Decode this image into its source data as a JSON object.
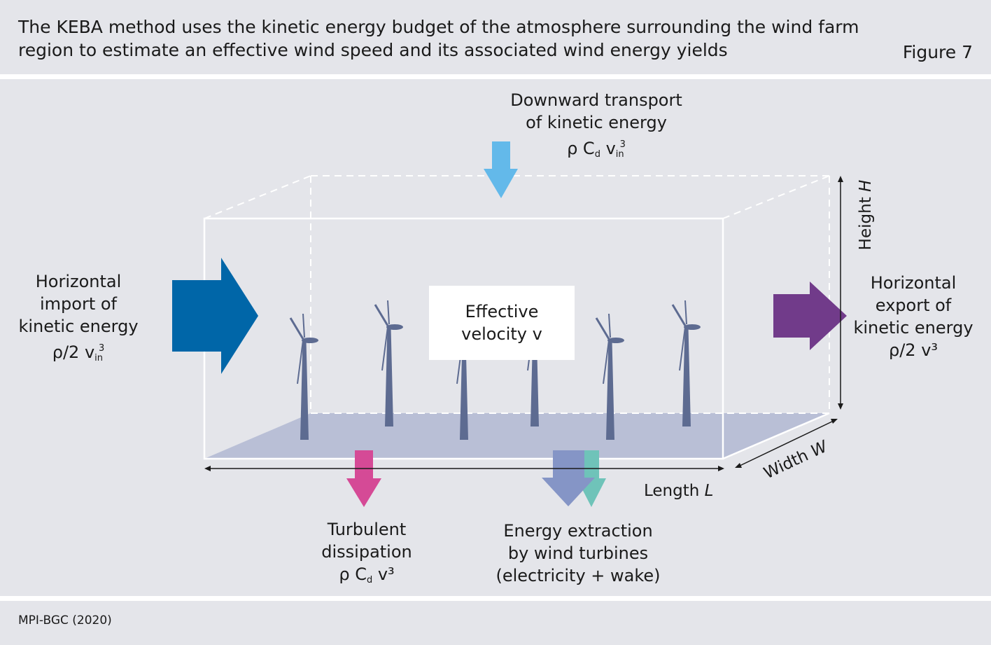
{
  "header": {
    "line1": "The KEBA method uses the kinetic energy budget of the atmosphere surrounding the wind farm",
    "line2": "region to estimate an effective wind speed and its associated wind energy yields",
    "figure_label": "Figure 7"
  },
  "labels": {
    "downward": {
      "line1": "Downward transport",
      "line2": "of kinetic energy",
      "formula_main": "ρ C",
      "formula_sub1": "d",
      "formula_v": " v",
      "formula_sub2": "in",
      "formula_sup": "3"
    },
    "import": {
      "line1": "Horizontal",
      "line2": "import of",
      "line3": "kinetic energy",
      "formula_main": "ρ/2 v",
      "formula_sub": "in",
      "formula_sup": "3"
    },
    "export": {
      "line1": "Horizontal",
      "line2": "export of",
      "line3": "kinetic energy",
      "formula": "ρ/2 v³"
    },
    "effective": {
      "line1": "Effective",
      "line2": "velocity v"
    },
    "dissipation": {
      "line1": "Turbulent",
      "line2": "dissipation",
      "formula_main": "ρ C",
      "formula_sub": "d",
      "formula_end": " v³"
    },
    "extraction": {
      "line1": "Energy extraction",
      "line2": "by wind turbines",
      "line3": "(electricity + wake)"
    },
    "height": {
      "text": "Height ",
      "var": "H"
    },
    "width": {
      "text": "Width ",
      "var": "W"
    },
    "length": {
      "text": "Length ",
      "var": "L"
    }
  },
  "colors": {
    "band": "#e4e5ea",
    "import_arrow": "#0066a8",
    "export_arrow": "#713b8a",
    "downward_arrow": "#63b9ea",
    "dissipation_arrow": "#d54a96",
    "extraction_arrow": "#8595c6",
    "wake_arrow": "#6fc3b9",
    "turbine": "#5d6b91",
    "ground": "#b9bfd6"
  },
  "footer": {
    "credit": "MPI-BGC (2020)"
  }
}
